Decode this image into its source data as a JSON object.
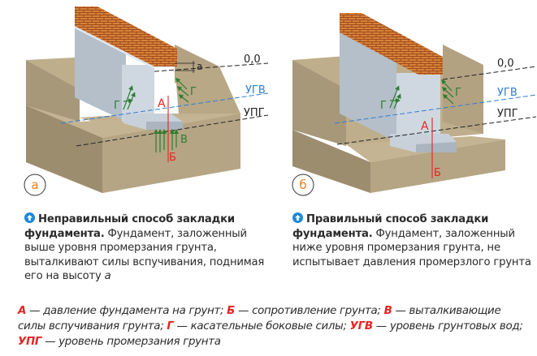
{
  "colors": {
    "force_a_b": "#e52421",
    "force_g_v": "#2e7d32",
    "ugv_line": "#2f7fd0",
    "level_line": "#222222",
    "soil_top": "#bfae8c",
    "soil_side": "#a8987a",
    "concrete": "#c9d2dc",
    "brick": "#d9823a",
    "badge_letter": "#f07d1a",
    "info_icon": "#1e88d8"
  },
  "diagrams": [
    {
      "id": "a",
      "badge": "а",
      "levels": {
        "zero": "0,0",
        "ugv": "УГВ",
        "upg": "УПГ"
      },
      "dimension_label": "а",
      "labels": {
        "A": "А",
        "B": "Б",
        "V": "В",
        "G_left": "Г",
        "G_right": "Г"
      }
    },
    {
      "id": "b",
      "badge": "б",
      "levels": {
        "zero": "0,0",
        "ugv": "УГВ",
        "upg": "УПГ"
      },
      "labels": {
        "A": "А",
        "B": "Б",
        "G_left": "Г",
        "G_right": "Г"
      }
    }
  ],
  "captions": [
    {
      "title": "Неправильный способ закладки фундамента.",
      "body": " Фундамент, заложенный выше уровня промерзания грунта, выталкивают силы вспучивания, поднимая его на высоту ",
      "var": "а"
    },
    {
      "title": "Правильный способ закладки фундамента.",
      "body": " Фундамент, заложенный ниже уровня промерзания грунта, не испытывает давления промерзлого грунта"
    }
  ],
  "legend": [
    {
      "key": "А",
      "text": " — давление фундамента на грунт; "
    },
    {
      "key": "Б",
      "text": " — сопротивление грунта; "
    },
    {
      "key": "В",
      "text": " — выталкивающие силы вспучивания грунта; "
    },
    {
      "key": "Г",
      "text": " — касательные боковые силы; "
    },
    {
      "key": "УГВ",
      "text": " — уровень грунтовых вод; "
    },
    {
      "key": "УПГ",
      "text": " — уровень промерзания грунта"
    }
  ]
}
